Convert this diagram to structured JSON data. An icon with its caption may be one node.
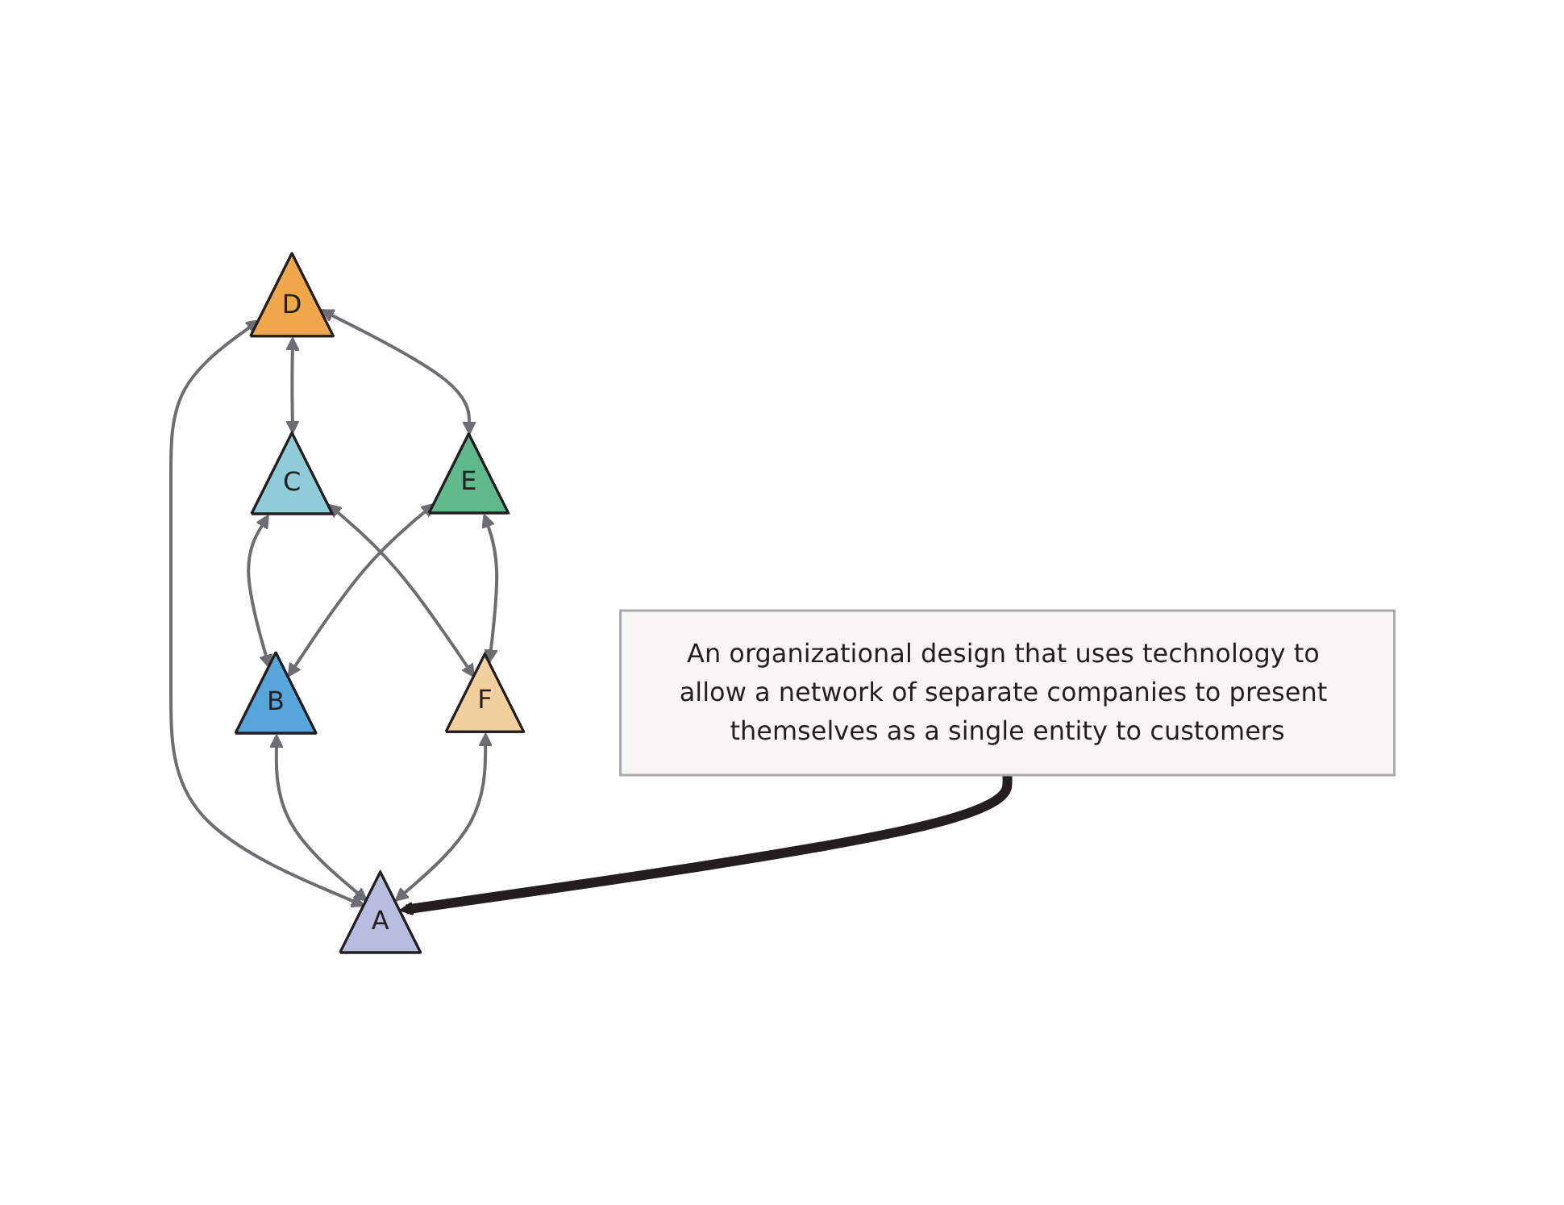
{
  "diagram": {
    "nodes": [
      {
        "text": [
          "D"
        ]
      },
      {
        "text": [
          "C"
        ]
      },
      {
        "text": [
          "E"
        ]
      },
      {
        "text": [
          "B"
        ]
      },
      {
        "text": [
          "F"
        ]
      },
      {
        "text": [
          "A"
        ]
      },
      {
        "text": [
          "An organizational design that uses technology to allow a network of separate companies to present themselves as a single entity to customers"
        ]
      }
    ],
    "edges": [
      {
        "from": 0,
        "to": 1,
        "arrow": "both"
      },
      {
        "from": 0,
        "to": 2,
        "arrow": "both"
      },
      {
        "from": 0,
        "to": 5,
        "arrow": "both"
      },
      {
        "from": 1,
        "to": 3,
        "arrow": "both"
      },
      {
        "from": 1,
        "to": 4,
        "arrow": "both"
      },
      {
        "from": 2,
        "to": 3,
        "arrow": "both"
      },
      {
        "from": 2,
        "to": 4,
        "arrow": "both"
      },
      {
        "from": 3,
        "to": 5,
        "arrow": "both"
      },
      {
        "from": 4,
        "to": 5,
        "arrow": "both"
      },
      {
        "from": 6,
        "to": 5,
        "arrow": "to",
        "style": "thick",
        "color": "#231f20"
      }
    ]
  }
}
